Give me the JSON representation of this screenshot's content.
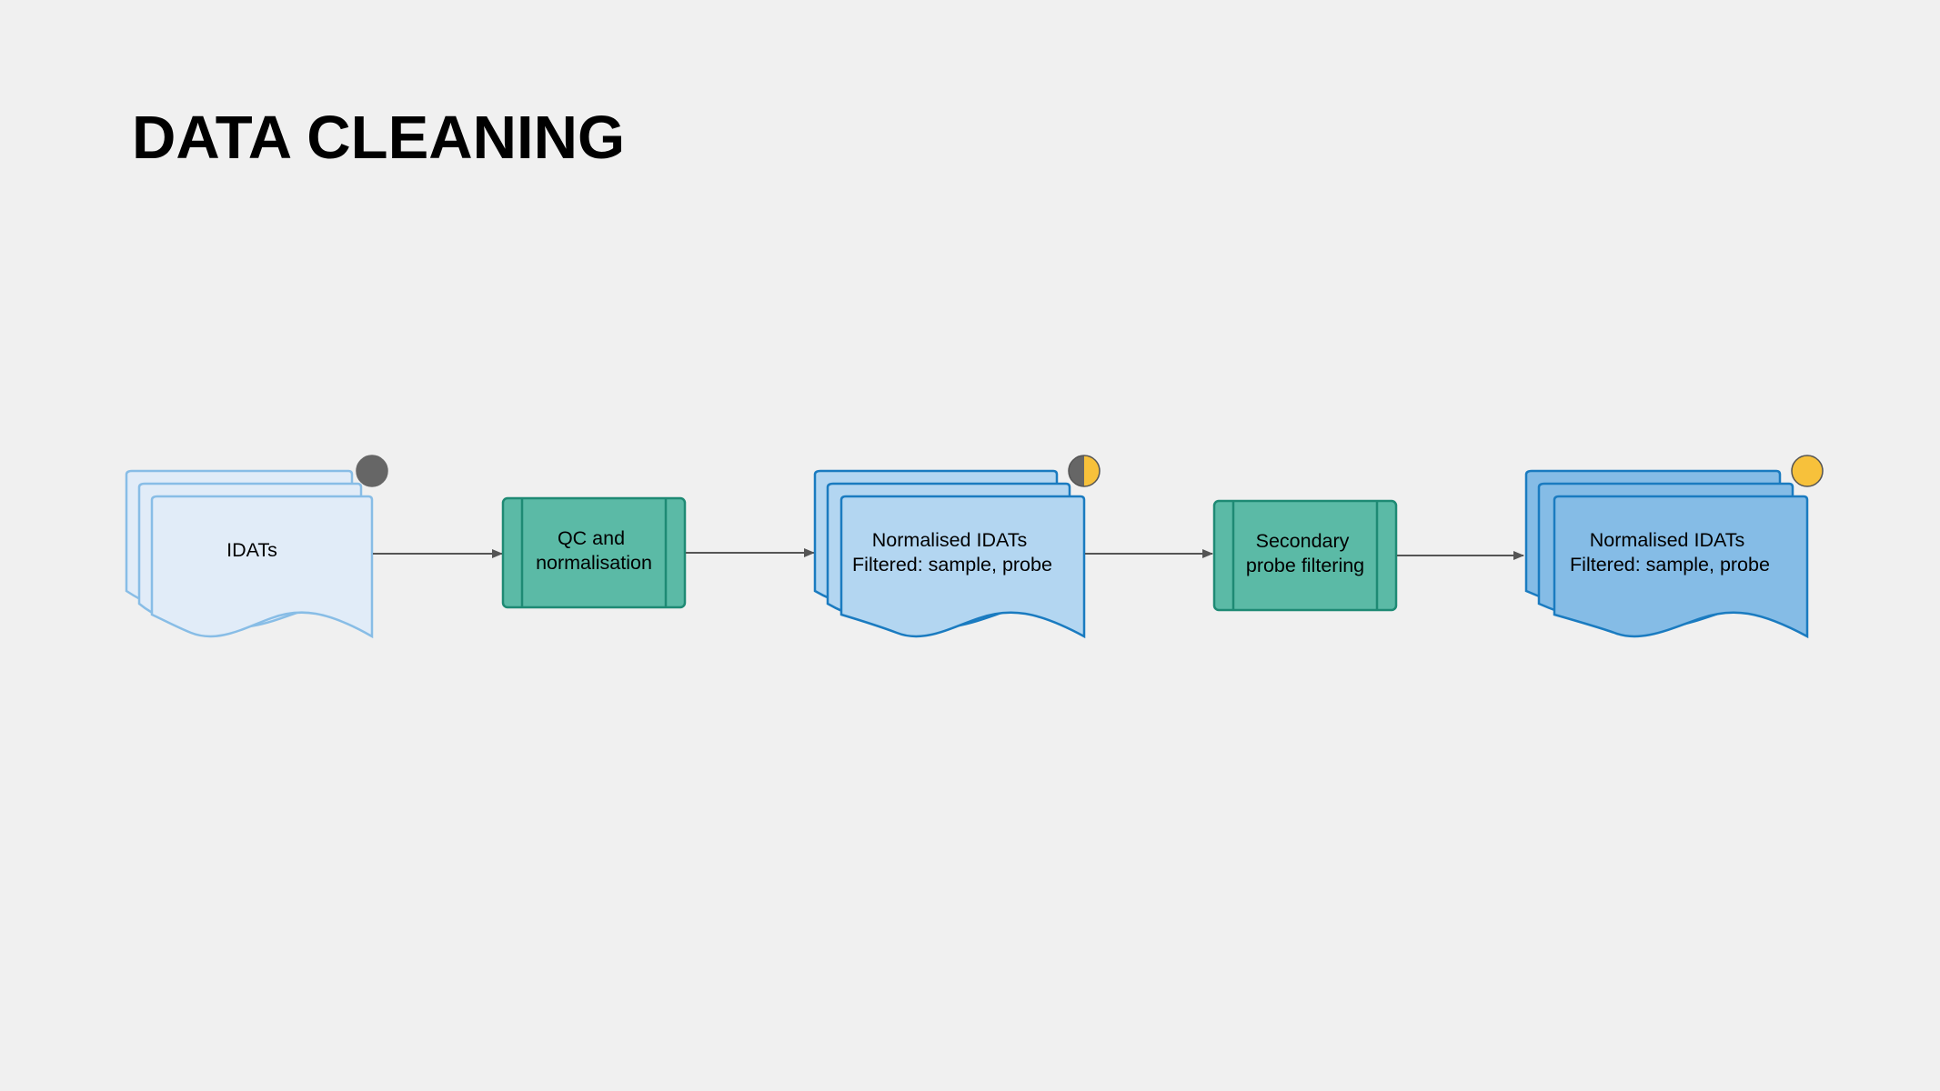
{
  "title": "DATA CLEANING",
  "nodes": {
    "idats": {
      "lines": [
        "IDATs"
      ],
      "status": "not-started"
    },
    "qc": {
      "lines": [
        "QC and",
        "normalisation"
      ]
    },
    "normalised_1": {
      "lines": [
        "Normalised IDATs",
        "Filtered: sample, probe"
      ],
      "status": "in-progress"
    },
    "secondary": {
      "lines": [
        "Secondary",
        "probe filtering"
      ]
    },
    "normalised_2": {
      "lines": [
        "Normalised IDATs",
        "Filtered: sample, probe"
      ],
      "status": "complete"
    }
  },
  "colors": {
    "background": "#f0f0f0",
    "process_fill": "#5bbaa6",
    "process_stroke": "#1e8a74",
    "doc_light_fill": "#e1ecf8",
    "doc_light_stroke": "#88bde6",
    "doc_mid_fill": "#b3d6f1",
    "doc_mid_stroke": "#1a7bc0",
    "doc_dark_fill": "#85bce6",
    "doc_dark_stroke": "#1a7bc0",
    "status_grey": "#666666",
    "status_yellow": "#f7c13b",
    "arrow": "#555555"
  }
}
